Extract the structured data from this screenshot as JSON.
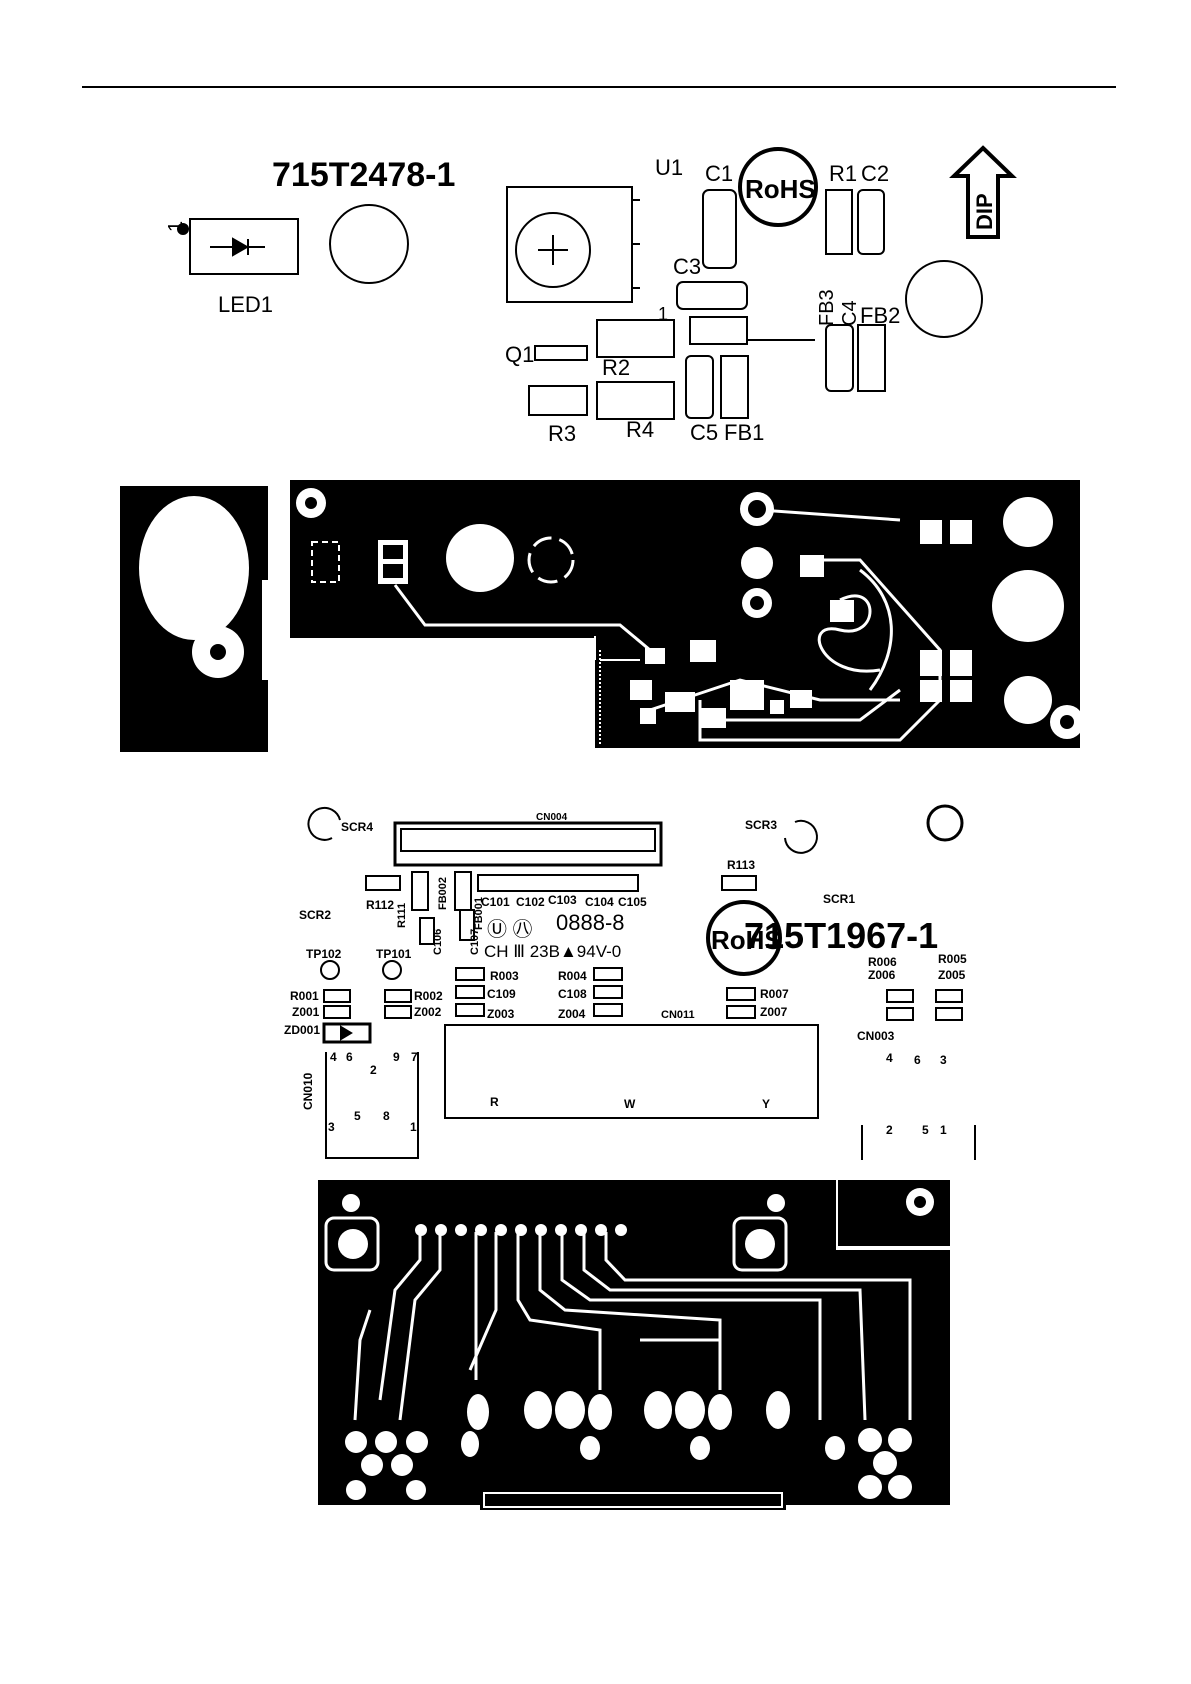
{
  "board1": {
    "part_number": "715T2478-1",
    "rohs": "RoHS",
    "dip": "DIP",
    "pin1_marker": "1",
    "labels": {
      "u1": "U1",
      "c1": "C1",
      "r1": "R1",
      "c2": "C2",
      "c3": "C3",
      "led1": "LED1",
      "q1": "Q1",
      "r2": "R2",
      "r3": "R3",
      "r4": "R4",
      "c5": "C5",
      "fb1": "FB1",
      "fb3": "FB3",
      "c4": "C4",
      "fb2": "FB2"
    }
  },
  "board2": {
    "part_number": "715T1967-1",
    "rohs": "RoHS",
    "date_code": "0888-8",
    "ul_mark": "Ⓤ ㊇",
    "manufacturer_code": "CH Ⅲ 23B▲94V-0",
    "labels": {
      "scr4": "SCR4",
      "cn004": "CN004",
      "scr3": "SCR3",
      "r113": "R113",
      "scr2": "SCR2",
      "r112": "R112",
      "r111": "R111",
      "fb002": "FB002",
      "fb001": "FB001",
      "c106": "C106",
      "c107": "C107",
      "c101": "C101",
      "c102": "C102",
      "c103": "C103",
      "c104": "C104",
      "c105": "C105",
      "scr1": "SCR1",
      "tp102": "TP102",
      "tp101": "TP101",
      "r003": "R003",
      "r004": "R004",
      "r006": "R006",
      "z006": "Z006",
      "r005": "R005",
      "z005": "Z005",
      "r001": "R001",
      "z001": "Z001",
      "zd001": "ZD001",
      "r002": "R002",
      "z002": "Z002",
      "c109": "C109",
      "z003": "Z003",
      "c108": "C108",
      "z004": "Z004",
      "cn011": "CN011",
      "r007": "R007",
      "z007": "Z007",
      "cn003": "CN003",
      "cn010": "CN010",
      "pin_r": "R",
      "pin_w": "W",
      "pin_y": "Y",
      "cn010_p4": "4",
      "cn010_p6": "6",
      "cn010_p9": "9",
      "cn010_p7": "7",
      "cn010_p2": "2",
      "cn010_p5": "5",
      "cn010_p8": "8",
      "cn010_p3": "3",
      "cn010_p1": "1",
      "cn003_p4": "4",
      "cn003_p6": "6",
      "cn003_p3": "3",
      "cn003_p2": "2",
      "cn003_p5": "5",
      "cn003_p1": "1"
    }
  }
}
